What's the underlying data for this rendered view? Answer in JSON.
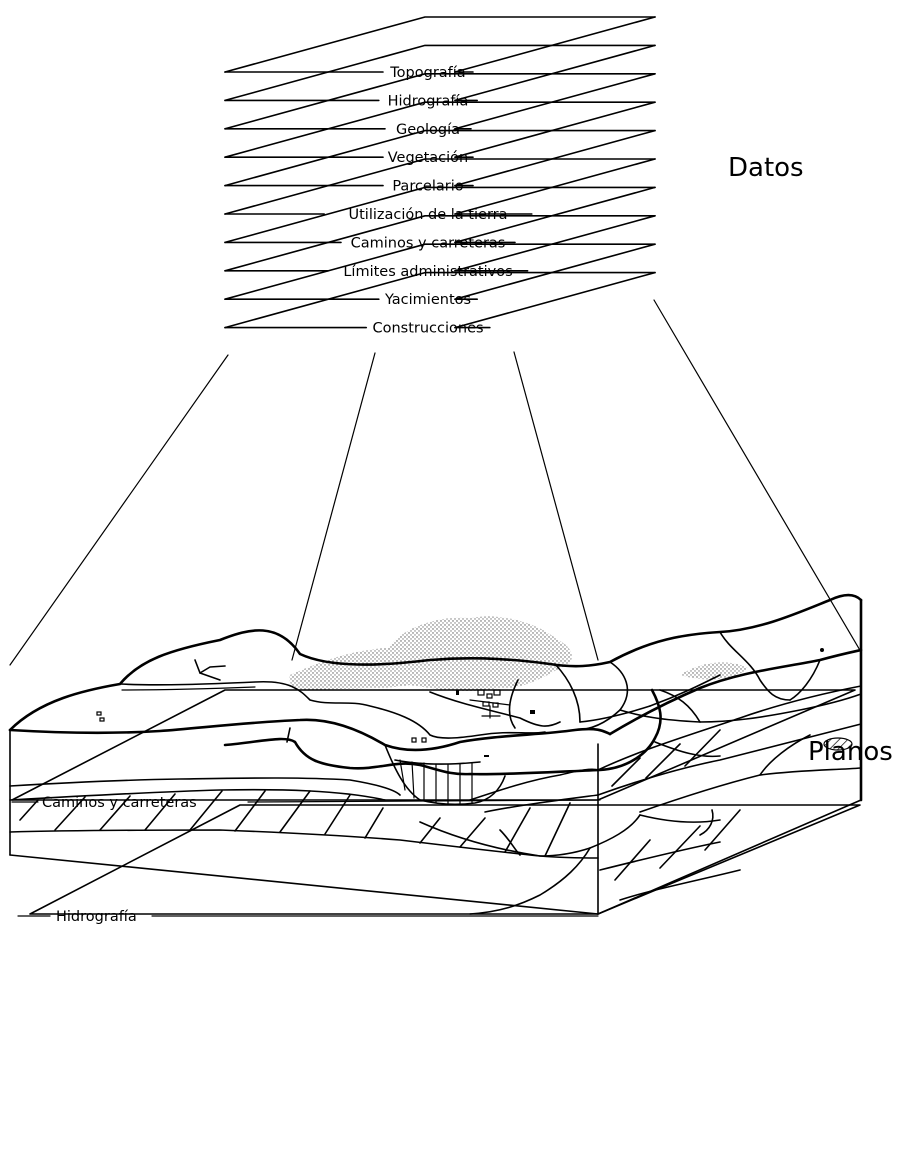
{
  "data_title": "Datos",
  "planes_title": "Planos",
  "layers": [
    "Topografía",
    "Hidrografía",
    "Geología",
    "Vegetación",
    "Parcelario",
    "Utilización de la tierra",
    "Caminos y carreteras",
    "Límites administrativos",
    "Yacimientos",
    "Construcciones"
  ],
  "planes": [
    "Caminos y  carreteras",
    "Hidrografía"
  ]
}
